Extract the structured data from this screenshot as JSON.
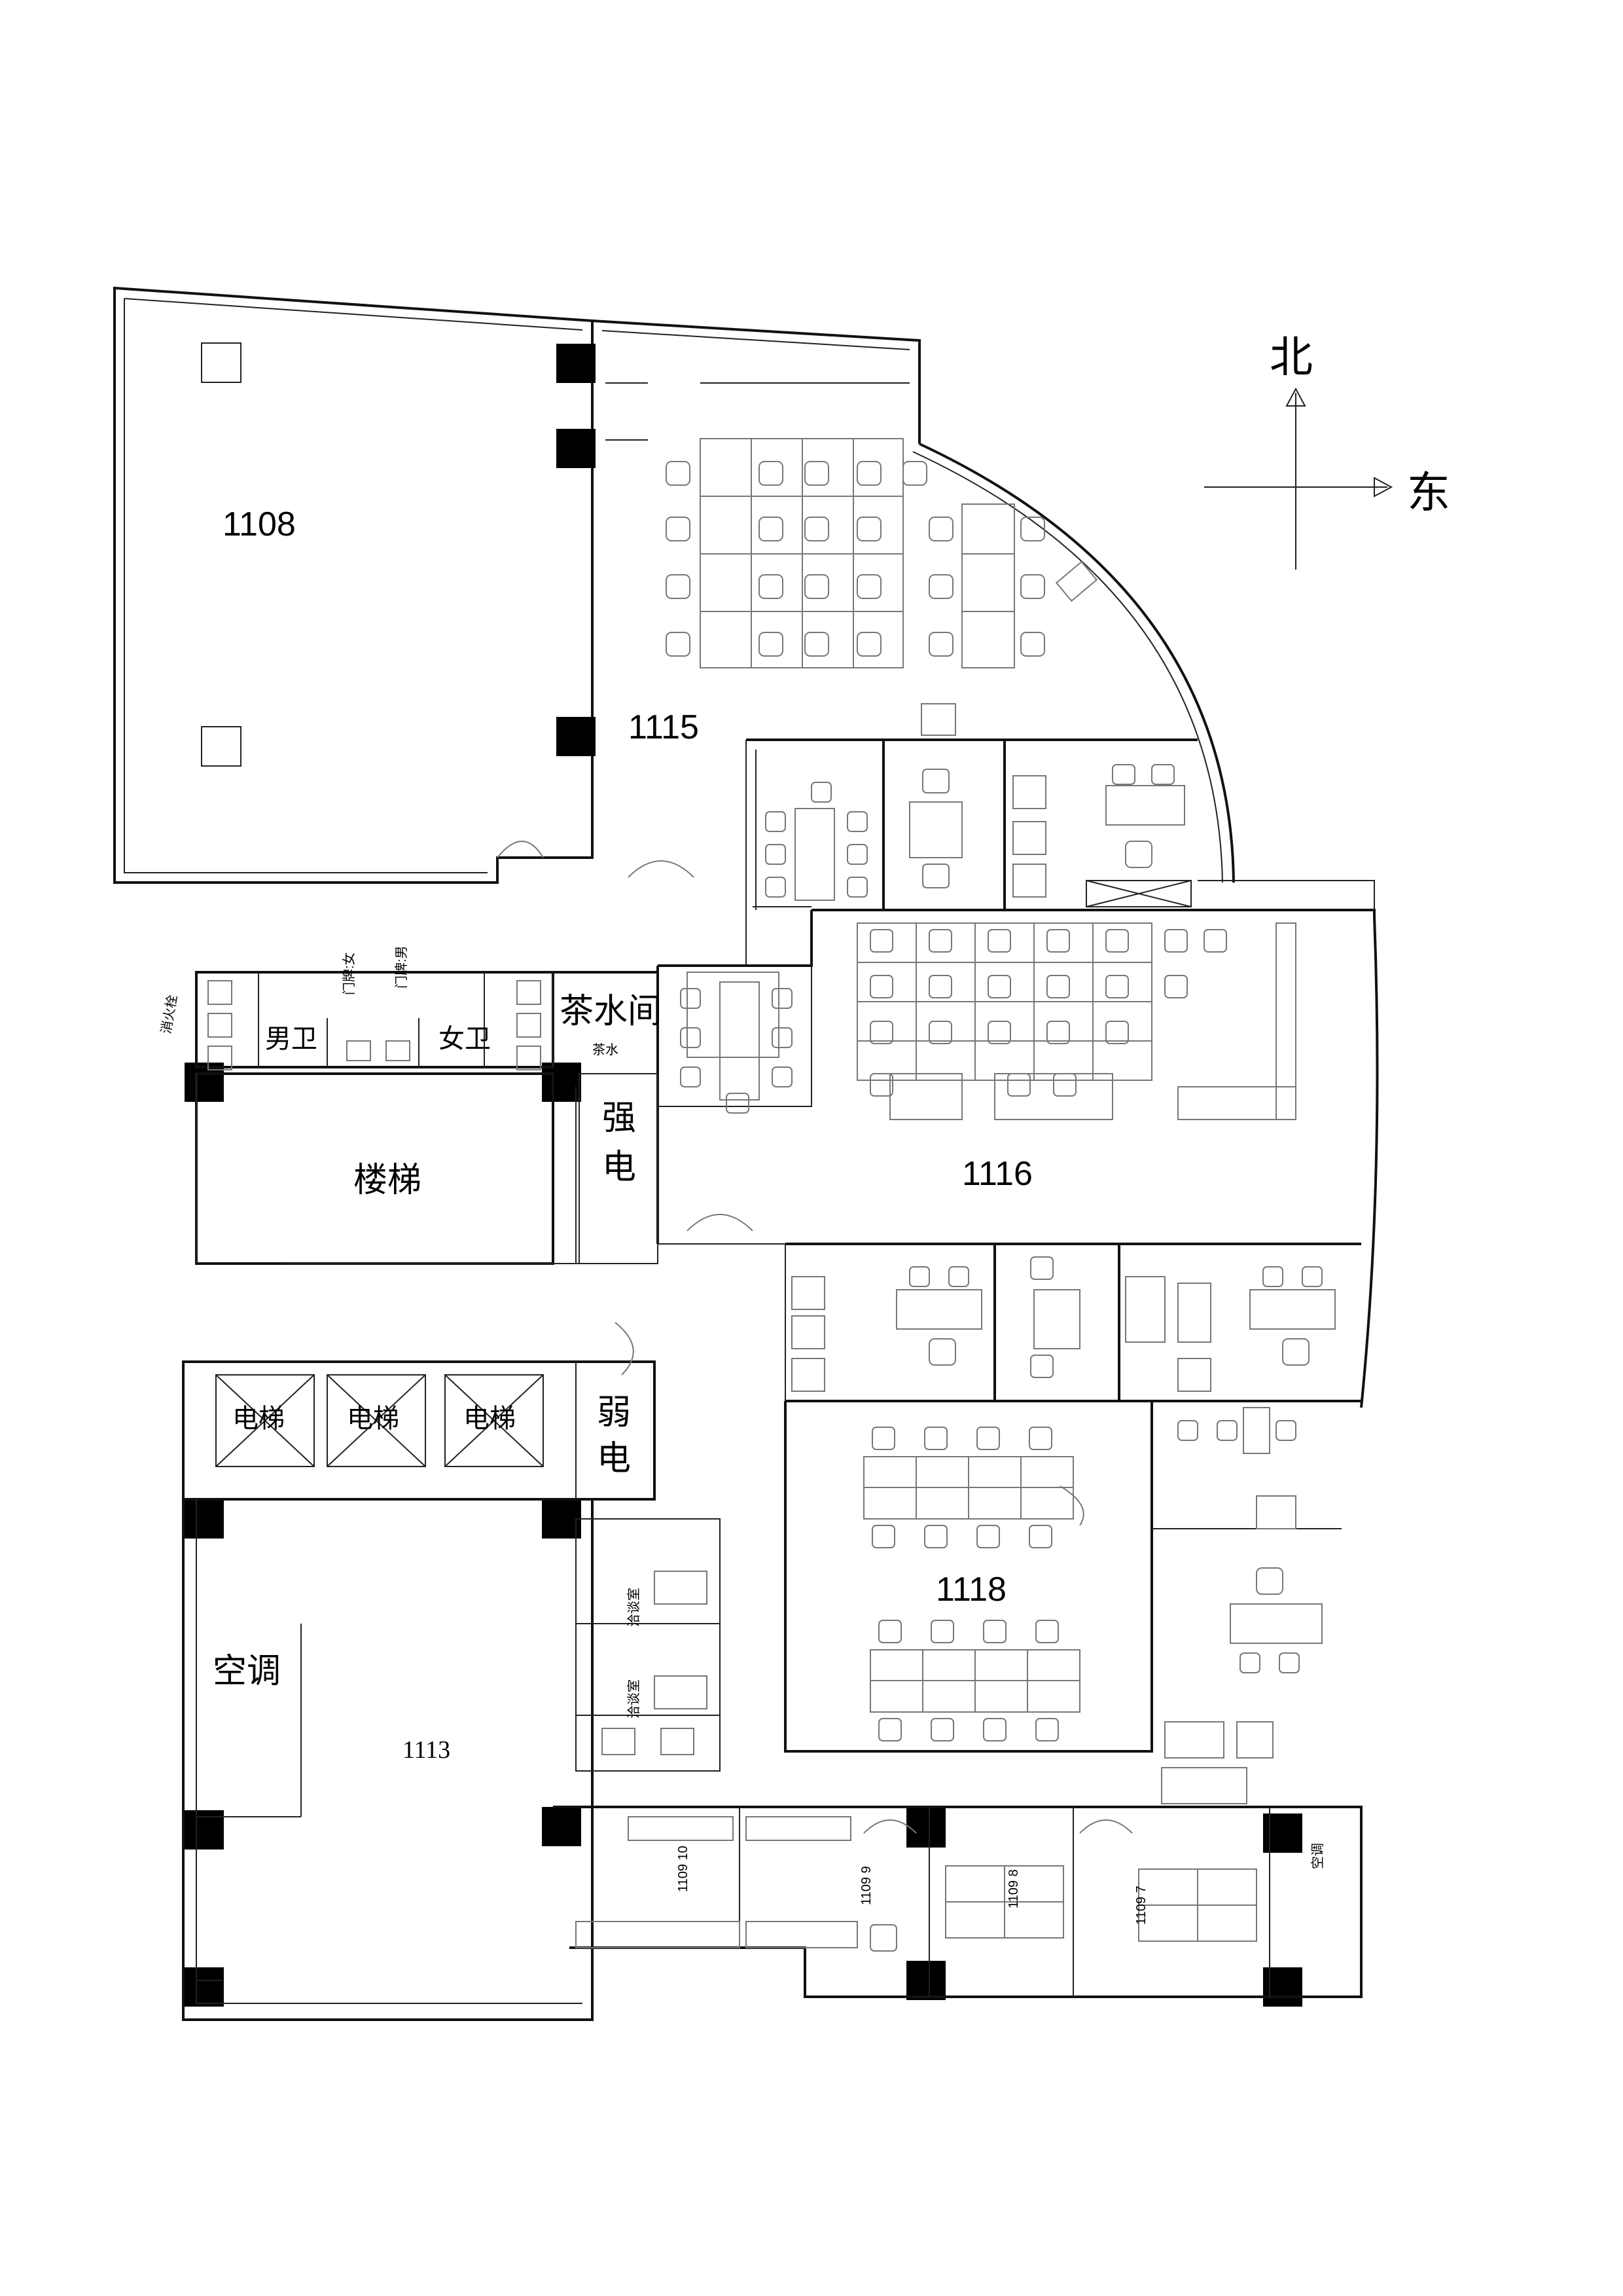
{
  "compass": {
    "north": "北",
    "east": "东"
  },
  "rooms": {
    "r1108": "1108",
    "r1115": "1115",
    "r1116": "1116",
    "r1118": "1118",
    "r1113": "1113",
    "men_wc": "男卫",
    "women_wc": "女卫",
    "tea": "茶水间",
    "tea_small": "茶水",
    "stairs": "楼梯",
    "power_strong_1": "强",
    "power_strong_2": "电",
    "power_weak_1": "弱",
    "power_weak_2": "电",
    "elevator_1": "电梯",
    "elevator_2": "电梯",
    "elevator_3": "电梯",
    "ac": "空调",
    "hydrant": "消火栓",
    "door_female": "门牌:女",
    "door_male": "门牌:男",
    "wash_1": "洽谈室",
    "wash_2": "洽谈室",
    "r1109_10": "1109 10",
    "r1109_9": "1109 9",
    "r1109_8": "1109 8",
    "r1109_7": "1109 7",
    "storage": "空调"
  }
}
